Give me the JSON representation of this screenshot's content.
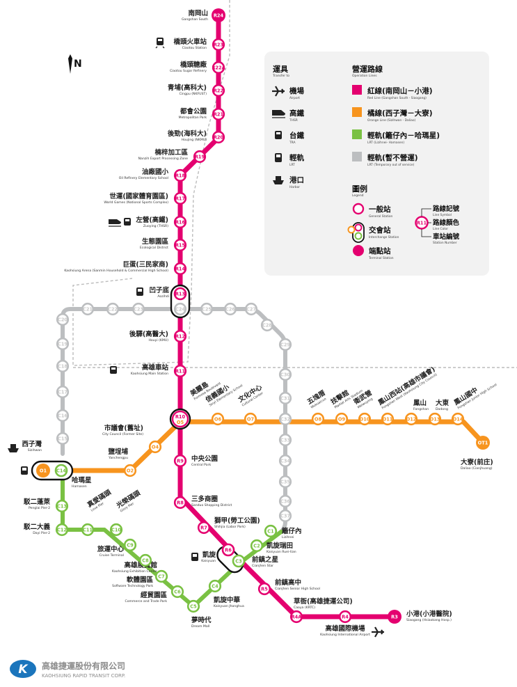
{
  "north": {
    "label": "N"
  },
  "lines": {
    "red": {
      "color": "#e4006f"
    },
    "orange": {
      "color": "#f7941e"
    },
    "lrt": {
      "color": "#7ac143"
    },
    "lrt_out": {
      "color": "#bcbec0"
    }
  },
  "stations": [
    {
      "id": "s_r24",
      "code": "R24",
      "zh": "南岡山",
      "en": "Gangshan South"
    },
    {
      "id": "s_r23",
      "code": "R23",
      "zh": "橋頭火車站",
      "en": "Ciaotou Station"
    },
    {
      "id": "s_r22a",
      "code": "R22A",
      "zh": "橋頭糖廠",
      "en": "Ciaotou Sugar Refinery"
    },
    {
      "id": "s_r22",
      "code": "R22",
      "zh": "青埔(高科大)",
      "en": "Cingpu (NKFUST)"
    },
    {
      "id": "s_r21",
      "code": "R21",
      "zh": "都會公園",
      "en": "Metropolitan Park"
    },
    {
      "id": "s_r20",
      "code": "R20",
      "zh": "後勁(海科大)",
      "en": "Houjing (NKMU)"
    },
    {
      "id": "s_r19",
      "code": "R19",
      "zh": "楠梓加工區",
      "en": "Nanzih Export Processing Zone"
    },
    {
      "id": "s_r18",
      "code": "R18",
      "zh": "油廠國小",
      "en": "Oil Refinery Elementary School"
    },
    {
      "id": "s_r17",
      "code": "R17",
      "zh": "世運(國家體育園區)",
      "en": "World Games (National Sports Complex)"
    },
    {
      "id": "s_r16",
      "code": "R16",
      "zh": "左營(高鐵)",
      "en": "Zuoying (THSR)"
    },
    {
      "id": "s_r15",
      "code": "R15",
      "zh": "生態園區",
      "en": "Ecological District"
    },
    {
      "id": "s_r14",
      "code": "R14",
      "zh": "巨蛋(三民家商)",
      "en": "Kaohsiung Arena (Sanmin Household & Commercial High School)"
    },
    {
      "id": "s_r13",
      "code": "R13",
      "zh": "凹子底",
      "en": "Aozihdi"
    },
    {
      "id": "s_r12",
      "code": "R12",
      "zh": "後驛(高醫大)",
      "en": "Houyi (KMU)"
    },
    {
      "id": "s_r11",
      "code": "R11",
      "zh": "高雄車站",
      "en": "Kaohsiung Main Station"
    },
    {
      "id": "s_r10",
      "code": "R10",
      "code2": "O5",
      "zh": "美麗島",
      "en": "Formosa Boulevard"
    },
    {
      "id": "s_r9",
      "code": "R9",
      "zh": "中央公園",
      "en": "Central Park"
    },
    {
      "id": "s_r8",
      "code": "R8",
      "zh": "三多商圈",
      "en": "Sanduo Shopping District"
    },
    {
      "id": "s_r7",
      "code": "R7",
      "zh": "獅甲(勞工公園)",
      "en": "Shihjia (Labor Park)"
    },
    {
      "id": "s_r6",
      "code": "R6",
      "zh": "凱旋",
      "en": "Kaisyuan"
    },
    {
      "id": "s_r5",
      "code": "R5",
      "zh": "前鎮高中",
      "en": "Cianjhen Senior High School"
    },
    {
      "id": "s_r4a",
      "code": "R4A",
      "zh": "草衙(高雄捷運公司)",
      "en": "Caoya (KRTC)"
    },
    {
      "id": "s_r4",
      "code": "R4",
      "zh": "高雄國際機場",
      "en": "Kaohsiung International Airport"
    },
    {
      "id": "s_r3",
      "code": "R3",
      "zh": "小港(小港醫院)",
      "en": "Siaogang (Hsiaokang Hosp.)"
    },
    {
      "id": "s_o1",
      "code": "O1",
      "code2": "C14",
      "zh": "西子灣",
      "en": "Sizihwan"
    },
    {
      "id": "s_o2",
      "code": "O2",
      "zh": "鹽埕埔",
      "en": "Yanchengpu"
    },
    {
      "id": "s_o4",
      "code": "O4",
      "zh": "市議會(舊址)",
      "en": "City Council (Former Site)"
    },
    {
      "id": "s_o6",
      "code": "O6",
      "zh": "信義國小",
      "en": "Sinyi Elementary School"
    },
    {
      "id": "s_o7",
      "code": "O7",
      "zh": "文化中心",
      "en": "Cultural Center"
    },
    {
      "id": "s_o8",
      "code": "O8",
      "zh": "五塊厝",
      "en": "Wukuaicuo"
    },
    {
      "id": "s_o9",
      "code": "O9",
      "zh": "技擊館",
      "en": "Martial Arts Stadium"
    },
    {
      "id": "s_o10",
      "code": "O10",
      "zh": "衛武營",
      "en": "Weiwuying"
    },
    {
      "id": "s_o11",
      "code": "O11",
      "zh": "鳳山西站(高雄市議會)",
      "en": "Fongshan West (Kaohsiung City Council)"
    },
    {
      "id": "s_o12",
      "code": "O12",
      "zh": "鳳山",
      "en": "Fongshan"
    },
    {
      "id": "s_o13",
      "code": "O13",
      "zh": "大東",
      "en": "Dadong"
    },
    {
      "id": "s_o14",
      "code": "O14",
      "zh": "鳳山國中",
      "en": "Fongshan Junior High School"
    },
    {
      "id": "s_ot1",
      "code": "OT1",
      "zh": "大寮(前庄)",
      "en": "Daliao (Cianjhuang)"
    },
    {
      "id": "s_c1",
      "code": "C1",
      "zh": "籬仔內",
      "en": "Lizihnei"
    },
    {
      "id": "s_c2",
      "code": "C2",
      "zh": "凱旋瑞田",
      "en": "Kaisyuan Ruei-tian"
    },
    {
      "id": "s_c3",
      "code": "C3",
      "zh": "前鎮之星",
      "en": "Cianjhen Star"
    },
    {
      "id": "s_c4",
      "code": "C4",
      "zh": "凱旋中華",
      "en": "Kaisyuan Jhonghua"
    },
    {
      "id": "s_c5",
      "code": "C5",
      "zh": "夢時代",
      "en": "Dream Mall"
    },
    {
      "id": "s_c6",
      "code": "C6",
      "zh": "經貿園區",
      "en": "Commerce and Trade Park"
    },
    {
      "id": "s_c7",
      "code": "C7",
      "zh": "軟體園區",
      "en": "Software Technology Park"
    },
    {
      "id": "s_c8",
      "code": "C8",
      "zh": "高雄展覽館",
      "en": "Kaohsiung Exhibition Center"
    },
    {
      "id": "s_c9",
      "code": "C9",
      "zh": "旅運中心",
      "en": "Cruise Terminal"
    },
    {
      "id": "s_c10",
      "code": "C10",
      "zh": "光榮碼頭",
      "en": "Glory Pier"
    },
    {
      "id": "s_c11",
      "code": "C11",
      "zh": "真愛碼頭",
      "en": "Love Pier"
    },
    {
      "id": "s_c12",
      "code": "C12",
      "zh": "駁二大義",
      "en": "Dayi Pier-2"
    },
    {
      "id": "s_c13",
      "code": "C13",
      "zh": "駁二蓬萊",
      "en": "Penglai Pier-2"
    },
    {
      "id": "s_c14",
      "code": "C14",
      "zh": "哈瑪星",
      "en": "Hamasen"
    },
    {
      "id": "s_c15",
      "code": "C15",
      "zh": "",
      "en": ""
    },
    {
      "id": "s_c16",
      "code": "C16",
      "zh": "",
      "en": ""
    },
    {
      "id": "s_c17",
      "code": "C17",
      "zh": "",
      "en": ""
    },
    {
      "id": "s_c18",
      "code": "C18",
      "zh": "",
      "en": ""
    },
    {
      "id": "s_c19",
      "code": "C19",
      "zh": "",
      "en": ""
    },
    {
      "id": "s_c20",
      "code": "C20",
      "zh": "",
      "en": ""
    },
    {
      "id": "s_c21",
      "code": "C21",
      "zh": "",
      "en": ""
    },
    {
      "id": "s_c22",
      "code": "C22",
      "zh": "",
      "en": ""
    },
    {
      "id": "s_c23",
      "code": "C23",
      "zh": "",
      "en": ""
    },
    {
      "id": "s_c24",
      "code": "C24",
      "zh": "",
      "en": ""
    },
    {
      "id": "s_c25",
      "code": "C25",
      "zh": "",
      "en": ""
    },
    {
      "id": "s_c26",
      "code": "C26",
      "zh": "",
      "en": ""
    },
    {
      "id": "s_c27",
      "code": "C27",
      "zh": "",
      "en": ""
    },
    {
      "id": "s_c28",
      "code": "C28",
      "zh": "",
      "en": ""
    },
    {
      "id": "s_c29",
      "code": "C29",
      "zh": "",
      "en": ""
    },
    {
      "id": "s_c30",
      "code": "C30",
      "zh": "",
      "en": ""
    },
    {
      "id": "s_c31",
      "code": "C31",
      "zh": "",
      "en": ""
    },
    {
      "id": "s_c32",
      "code": "C32",
      "zh": "",
      "en": ""
    },
    {
      "id": "s_c33",
      "code": "C33",
      "zh": "",
      "en": ""
    },
    {
      "id": "s_c34",
      "code": "C34",
      "zh": "",
      "en": ""
    },
    {
      "id": "s_c35",
      "code": "C35",
      "zh": "",
      "en": ""
    },
    {
      "id": "s_c36",
      "code": "C36",
      "zh": "",
      "en": ""
    },
    {
      "id": "s_c37",
      "code": "C37",
      "zh": "",
      "en": ""
    }
  ],
  "legend": {
    "transfer_title": "運具",
    "transfer_title_en": "Transfer to",
    "transfers": [
      {
        "zh": "機場",
        "en": "Airport",
        "icon": "airplane-icon"
      },
      {
        "zh": "高鐵",
        "en": "THSR",
        "icon": "thsr-train-icon"
      },
      {
        "zh": "台鐵",
        "en": "TRA",
        "icon": "tra-train-icon"
      },
      {
        "zh": "輕軌",
        "en": "LRT",
        "icon": "lrt-tram-icon"
      },
      {
        "zh": "港口",
        "en": "Harbor",
        "icon": "ferry-icon"
      }
    ],
    "lines_title": "營運路線",
    "lines_title_en": "Operation Lines",
    "lines": [
      {
        "zh": "紅線(南岡山－小港)",
        "en": "Red Line (Gangshan South - Siaogang)",
        "color": "#e4006f"
      },
      {
        "zh": "橘線(西子灣－大寮)",
        "en": "Orange Line (Sizihwan - Daliao)",
        "color": "#f7941e"
      },
      {
        "zh": "輕軌(籬仔內－哈瑪星)",
        "en": "LRT (Lizihnei- Hamasen)",
        "color": "#7ac143"
      },
      {
        "zh": "輕軌(暫不營運)",
        "en": "LRT (Temporary out of service)",
        "color": "#bcbec0"
      }
    ],
    "legend_title": "圖例",
    "legend_title_en": "Legend",
    "symbols": [
      {
        "zh": "一般站",
        "en": "General Station"
      },
      {
        "zh": "交會站",
        "en": "Interchange Station"
      },
      {
        "zh": "端點站",
        "en": "Terminal Station"
      }
    ],
    "sample_code": "R11",
    "callouts": [
      {
        "zh": "路線記號",
        "en": "Line Symbol"
      },
      {
        "zh": "路線顏色",
        "en": "Line Color"
      },
      {
        "zh": "車站編號",
        "en": "Station Number"
      }
    ]
  },
  "logo": {
    "zh": "高雄捷運股份有限公司",
    "en": "KAOHSIUNG RAPID TRANSIT CORP."
  }
}
